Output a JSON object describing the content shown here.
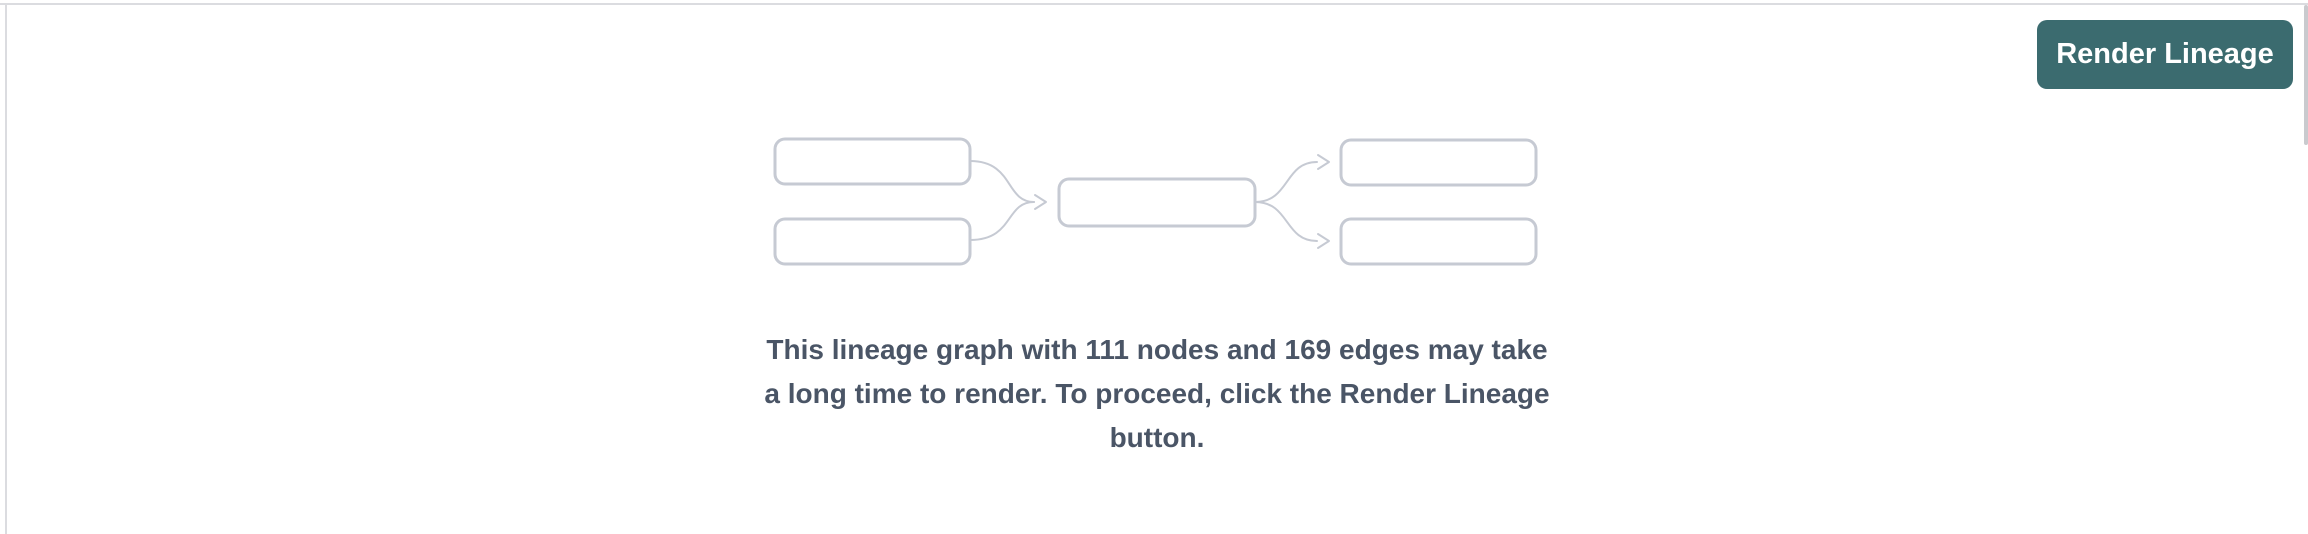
{
  "toolbar": {
    "render_button_label": "Render Lineage"
  },
  "message": {
    "lines": [
      "This lineage graph with 111 nodes and 169 edges may take",
      "a long time to render. To proceed, click the Render Lineage",
      "button."
    ],
    "full_text": "This lineage graph with 111 nodes and 169 edges may take a long time to render. To proceed, click the Render Lineage button.",
    "node_count": 111,
    "edge_count": 169
  },
  "diagram": {
    "description": "placeholder lineage graph: two source nodes flowing into one middle node, fanning out to two target nodes",
    "node_boxes": 5,
    "edges": 4
  },
  "colors": {
    "button_bg": "#3B6B6F",
    "button_text": "#ffffff",
    "message_text": "#4A5566",
    "diagram_stroke": "#C6CAD3",
    "panel_border": "#DBDCE0",
    "scrollbar_thumb": "#C9CACE"
  }
}
